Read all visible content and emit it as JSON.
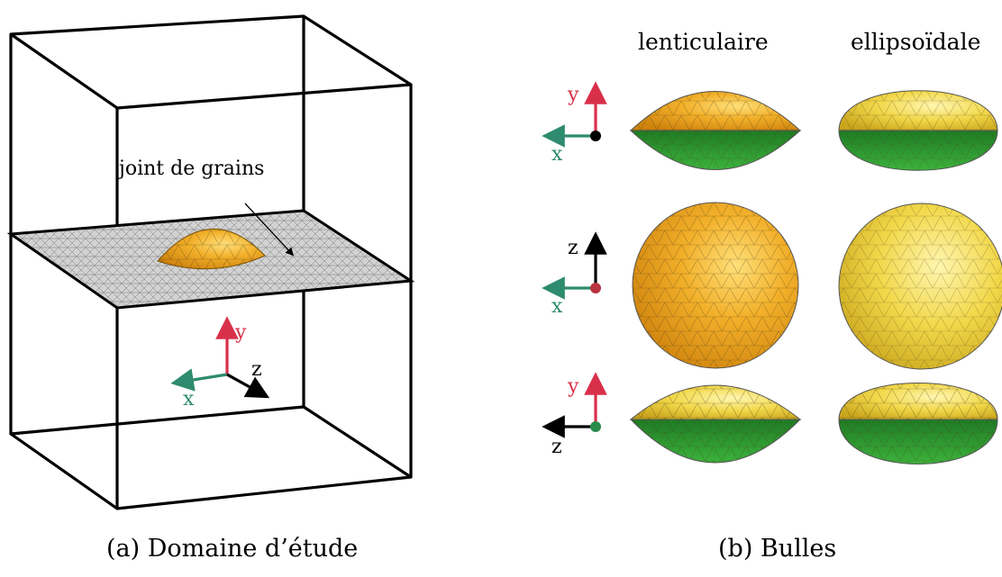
{
  "panel_a": {
    "caption": "(a) Domaine d’étude",
    "annotation": "joint de grains",
    "axes": {
      "y": "y",
      "x": "x",
      "z": "z"
    }
  },
  "panel_b": {
    "caption": "(b) Bulles",
    "column_headers": [
      "lenticulaire",
      "ellipsoïdale"
    ],
    "row_axes": [
      {
        "vertical": "y",
        "horizontal": "x"
      },
      {
        "vertical": "z",
        "horizontal": "x"
      },
      {
        "vertical": "y",
        "horizontal": "z"
      }
    ]
  },
  "colors": {
    "axis_y": "#d9304a",
    "axis_x": "#2e8b6e",
    "axis_z": "#000000",
    "bubble_orange": "#f0a21e",
    "bubble_yellow": "#f2d23a",
    "bubble_green": "#2f9a2f",
    "plane_gray": "#b9b9b9"
  }
}
